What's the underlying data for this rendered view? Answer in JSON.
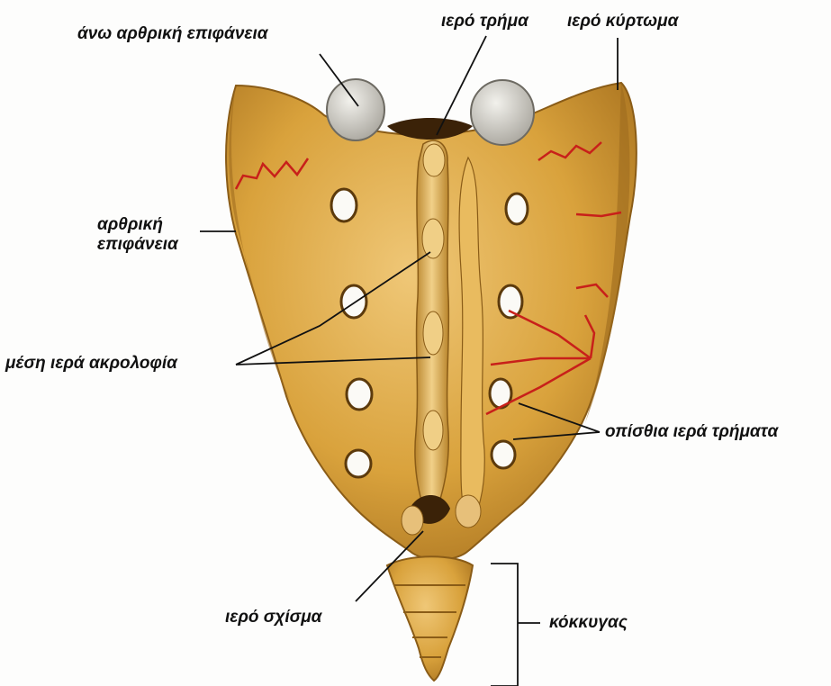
{
  "labels": {
    "upper_articular_surface": "άνω αρθρική επιφάνεια",
    "sacral_canal": "ιερό τρήμα",
    "sacral_tuberosity": "ιερό κύρτωμα",
    "articular_surface_line1": "αρθρική",
    "articular_surface_line2": "επιφάνεια",
    "median_sacral_crest": "μέση ιερά ακρολοφία",
    "posterior_sacral_foramina": "οπίσθια ιερά τρήματα",
    "sacral_hiatus": "ιερό σχίσμα",
    "coccyx": "κόκκυγας"
  },
  "colors": {
    "bone": "#d9a23c",
    "bone_light": "#ecc46a",
    "bone_shadow": "#9c6a1e",
    "cartilage": "#d8d6cf",
    "ligament_red": "#c8201a",
    "label_text": "#111111",
    "leader_line": "#111111"
  }
}
